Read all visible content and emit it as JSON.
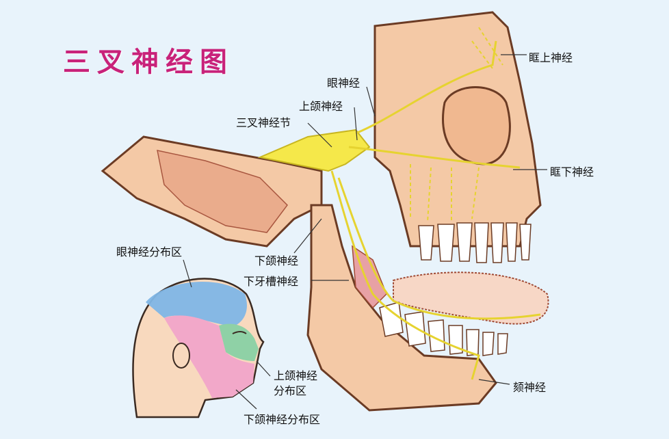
{
  "title": "三叉神经图",
  "labels": {
    "supraorbital": "眶上神经",
    "ophthalmic": "眼神经",
    "maxillary": "上颌神经",
    "ganglion": "三叉神经节",
    "infraorbital": "眶下神经",
    "mandibular": "下颌神经",
    "inferior_alveolar": "下牙槽神经",
    "mental": "颏神经",
    "ophthalmic_area": "眼神经分布区",
    "maxillary_area_line1": "上颌神经",
    "maxillary_area_line2": "分布区",
    "mandibular_area": "下颌神经分布区"
  },
  "colors": {
    "background": "#e8f3fb",
    "bone": "#f4c9a6",
    "bone_outline": "#6b3b24",
    "nerve": "#f5e84a",
    "ophthalmic_area": "#7fb6e6",
    "maxillary_area": "#8fd1a6",
    "mandibular_area": "#f2a8c9",
    "title": "#c8227a"
  }
}
